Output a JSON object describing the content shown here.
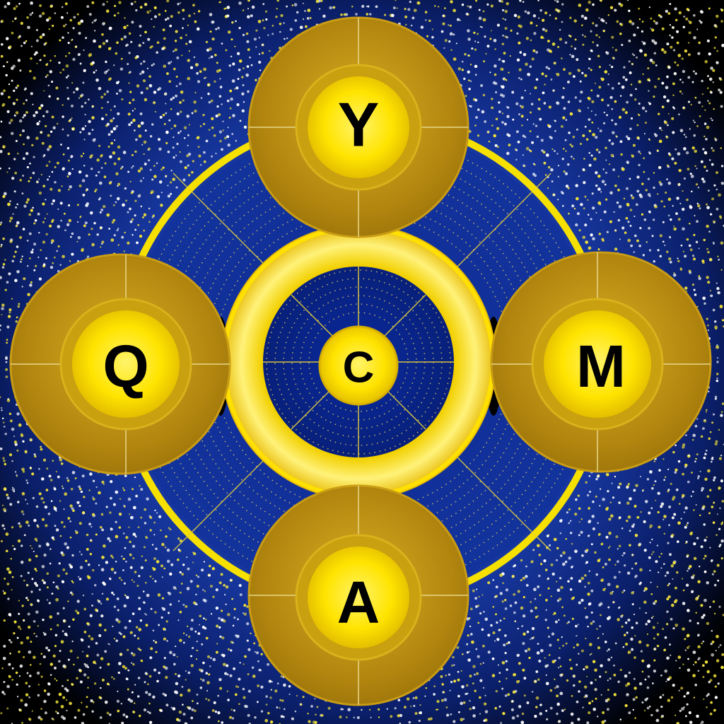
{
  "colors": {
    "background_outer": "#000000",
    "background_inner": "#1a3aa8",
    "ring_yellow": "#f5e000",
    "node_gold": "#b58a10",
    "node_gold_light": "#d8b020",
    "core_yellow": "#ffe800",
    "letter": "#000000",
    "dot_white": "#ffffff",
    "dot_yellow": "#f2e23a"
  },
  "nodes": {
    "top": {
      "letter": "Y"
    },
    "left": {
      "letter": "Q"
    },
    "center": {
      "letter": "C"
    },
    "right": {
      "letter": "M"
    },
    "bottom": {
      "letter": "A"
    }
  }
}
